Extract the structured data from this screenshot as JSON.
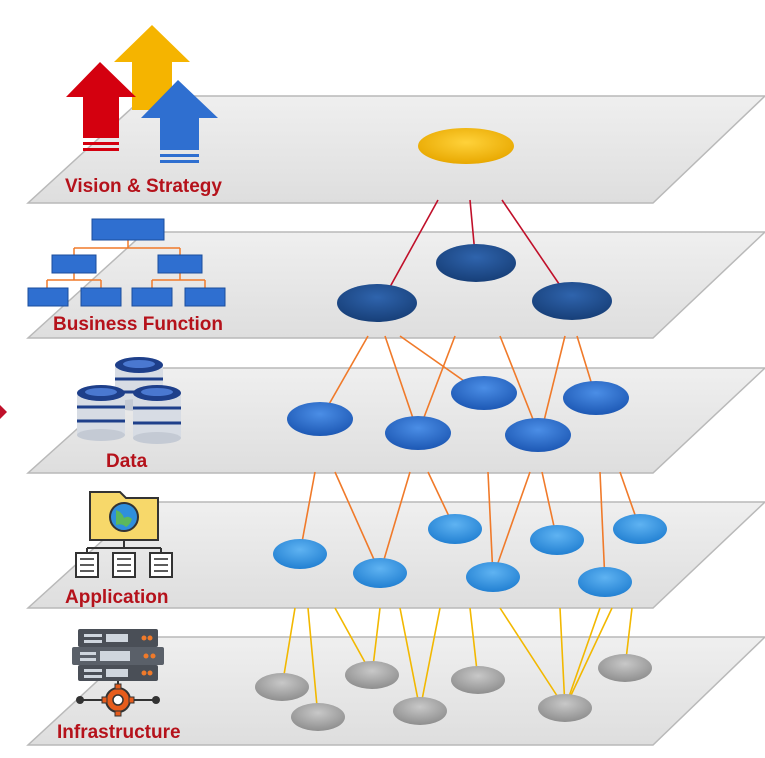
{
  "layers": [
    {
      "id": "vision",
      "label": "Vision & Strategy",
      "icon": "strategy-arrows-icon"
    },
    {
      "id": "business",
      "label": "Business Function",
      "icon": "org-chart-icon"
    },
    {
      "id": "data",
      "label": "Data",
      "icon": "database-icon"
    },
    {
      "id": "application",
      "label": "Application",
      "icon": "application-folder-icon"
    },
    {
      "id": "infrastructure",
      "label": "Infrastructure",
      "icon": "server-rack-icon"
    }
  ],
  "colors": {
    "label": "#b5121b",
    "plane": "#e6e6e6",
    "vision_node": "#f5b800",
    "business_node": "#1f4e8c",
    "data_node": "#2a6bc9",
    "application_node": "#2f8fdc",
    "infrastructure_node": "#9e9e9e",
    "link_red": "#c0102a",
    "link_orange": "#f07a2a",
    "link_yellow": "#f2b800"
  }
}
